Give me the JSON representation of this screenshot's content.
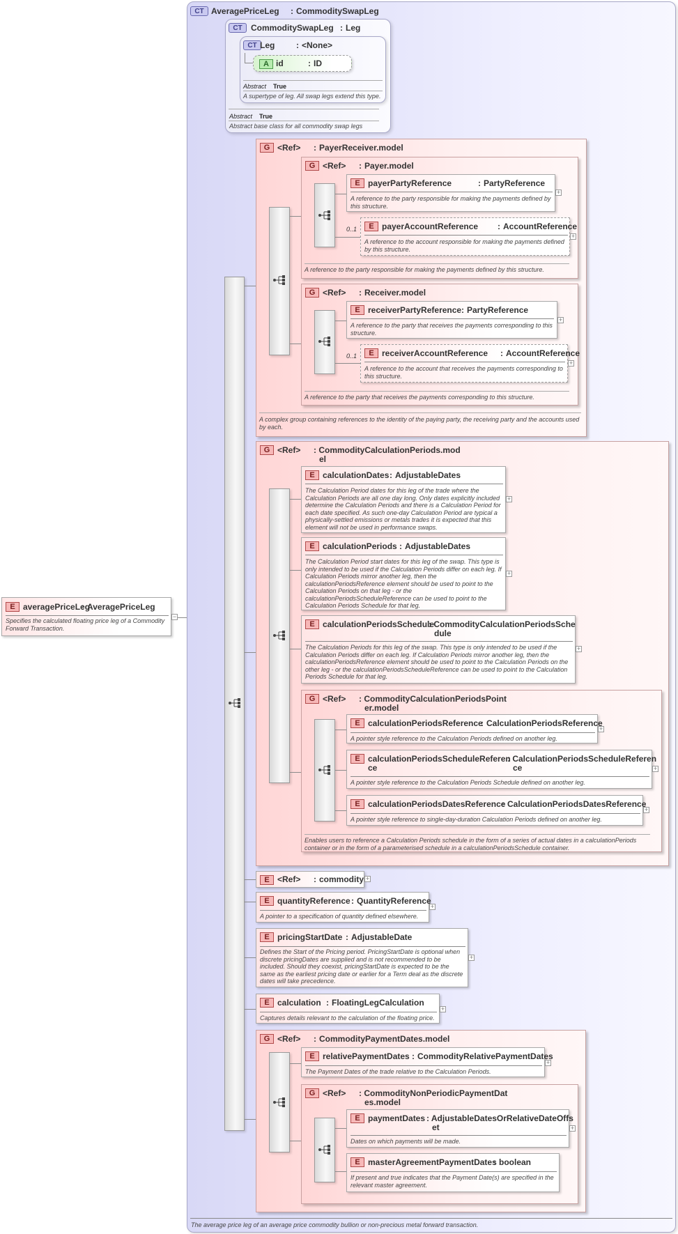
{
  "root": {
    "badge": "E",
    "name": "averagePriceLeg",
    "type": "AveragePriceLeg",
    "desc": "Specifies the calculated floating price leg of a Commodity Forward Transaction."
  },
  "ct_average": {
    "badge": "CT",
    "name": "AveragePriceLeg",
    "base": "CommoditySwapLeg",
    "desc": "The average price leg of an average price commodity bullion or non-precious metal forward transaction."
  },
  "ct_swapleg": {
    "badge": "CT",
    "name": "CommoditySwapLeg",
    "base": "Leg",
    "abstract_label": "Abstract",
    "abstract_value": "True",
    "desc": "Abstract base class for all commodity swap legs"
  },
  "ct_leg": {
    "badge": "CT",
    "name": "Leg",
    "base": "<None>",
    "abstract_label": "Abstract",
    "abstract_value": "True",
    "desc": "A supertype of leg. All swap legs extend this type."
  },
  "attr_id": {
    "badge": "A",
    "name": "id",
    "type": "ID"
  },
  "g_payer_receiver": {
    "badge": "G",
    "ref": "<Ref>",
    "name": "PayerReceiver.model",
    "desc": "A complex group containing references to the identity of the paying party, the receiving party and the accounts used by each."
  },
  "g_payer": {
    "badge": "G",
    "ref": "<Ref>",
    "name": "Payer.model",
    "desc": "A reference to the party responsible for making the payments defined by this structure."
  },
  "e_payer_party": {
    "badge": "E",
    "name": "payerPartyReference",
    "type": "PartyReference",
    "desc": "A reference to the party responsible for making the payments defined by this structure."
  },
  "e_payer_account": {
    "badge": "E",
    "name": "payerAccountReference",
    "type": "AccountReference",
    "occ": "0..1",
    "desc": "A reference to the account responsible for making the payments defined by this structure."
  },
  "g_receiver": {
    "badge": "G",
    "ref": "<Ref>",
    "name": "Receiver.model",
    "desc": "A reference to the party that receives the payments corresponding to this structure."
  },
  "e_receiver_party": {
    "badge": "E",
    "name": "receiverPartyReference",
    "type": "PartyReference",
    "desc": "A reference to the party that receives the payments corresponding to this structure."
  },
  "e_receiver_account": {
    "badge": "E",
    "name": "receiverAccountReference",
    "type": "AccountReference",
    "occ": "0..1",
    "desc": "A reference to the account that receives the payments corresponding to this structure."
  },
  "g_calc_periods": {
    "badge": "G",
    "ref": "<Ref>",
    "name_line1": ": CommodityCalculationPeriods.mod",
    "name_line2": "el"
  },
  "e_calc_dates": {
    "badge": "E",
    "name": "calculationDates",
    "type": "AdjustableDates",
    "desc": "The Calculation Period dates for this leg of the trade where the Calculation Periods are all one day long. Only dates explicitly included determine the Calculation Periods and there is a Calculation Period for each date specified. As such one-day Calculation Period are typical a physically-settled emissions or metals trades it is expected that this element will not be used in performance swaps."
  },
  "e_calc_periods": {
    "badge": "E",
    "name": "calculationPeriods",
    "type": "AdjustableDates",
    "desc": "The Calculation Period start dates for this leg of the swap. This type is only intended to be used if the Calculation Periods differ on each leg. If Calculation Periods mirror another leg, then the calculationPeriodsReference element should be used to point to the Calculation Periods on that leg - or the calculationPeriodsScheduleReference can be used to point to the Calculation Periods Schedule for that leg."
  },
  "e_calc_schedule": {
    "badge": "E",
    "name": "calculationPeriodsSchedule",
    "type_line1": ": CommodityCalculationPeriodsSche",
    "type_line2": "dule",
    "desc": "The Calculation Periods for this leg of the swap. This type is only intended to be used if the Calculation Periods differ on each leg. If Calculation Periods mirror another leg, then the calculationPeriodsReference element should be used to point to the Calculation Periods on the other leg - or the calculationPeriodsScheduleReference can be used to point to the Calculation Periods Schedule for that leg."
  },
  "g_calc_pointer": {
    "badge": "G",
    "ref": "<Ref>",
    "name_line1": ": CommodityCalculationPeriodsPoint",
    "name_line2": "er.model",
    "desc": "Enables users to reference a Calculation Periods schedule in the form of a series of actual dates in a calculationPeriods container or in the form of a parameterised schedule in a calculationPeriodsSchedule container."
  },
  "e_calc_ref": {
    "badge": "E",
    "name": "calculationPeriodsReference",
    "type": "CalculationPeriodsReference",
    "desc": "A pointer style reference to the Calculation Periods defined on another leg."
  },
  "e_calc_sched_ref": {
    "badge": "E",
    "name_line1": "calculationPeriodsScheduleReferen",
    "name_line2": "ce",
    "type_line1": ": CalculationPeriodsScheduleReferen",
    "type_line2": "ce",
    "desc": "A pointer style reference to the Calculation Periods Schedule defined on another leg."
  },
  "e_calc_dates_ref": {
    "badge": "E",
    "name": "calculationPeriodsDatesReference",
    "type": "CalculationPeriodsDatesReference",
    "desc": "A pointer style reference to single-day-duration Calculation Periods defined on another leg."
  },
  "e_commodity": {
    "badge": "E",
    "ref": "<Ref>",
    "name": "commodity"
  },
  "e_quantity_ref": {
    "badge": "E",
    "name": "quantityReference",
    "type": "QuantityReference",
    "desc": "A pointer to a specification of quantity defined elsewhere."
  },
  "e_pricing_start": {
    "badge": "E",
    "name": "pricingStartDate",
    "type": "AdjustableDate",
    "desc": "Defines the Start of the Pricing period. PricingStartDate is optional when discrete pricingDates are supplied and is not recommended to be included. Should they coexist, pricingStartDate is expected to be the same as the earliest pricing date or earlier for a Term deal as the discrete dates will take precedence."
  },
  "e_calculation": {
    "badge": "E",
    "name": "calculation",
    "type": "FloatingLegCalculation",
    "desc": "Captures details relevant to the calculation of the floating price."
  },
  "g_payment_dates": {
    "badge": "G",
    "ref": "<Ref>",
    "name": "CommodityPaymentDates.model"
  },
  "e_relative_payment": {
    "badge": "E",
    "name": "relativePaymentDates",
    "type": "CommodityRelativePaymentDates",
    "desc": "The Payment Dates of the trade relative to the Calculation Periods."
  },
  "g_nonperiodic": {
    "badge": "G",
    "ref": "<Ref>",
    "name_line1": ": CommodityNonPeriodicPaymentDat",
    "name_line2": "es.model"
  },
  "e_payment_dates": {
    "badge": "E",
    "name": "paymentDates",
    "type_line1": ": AdjustableDatesOrRelativeDateOffs",
    "type_line2": "et",
    "desc": "Dates on which payments will be made."
  },
  "e_master_agreement": {
    "badge": "E",
    "name": "masterAgreementPaymentDates",
    "type": "boolean",
    "desc": "If present and true indicates that the Payment Date(s) are specified in the relevant master agreement."
  },
  "icons": {
    "expand": "plus-expander-icon",
    "collapse": "minus-collapser-icon",
    "sequence": "sequence-compositor-icon"
  },
  "colors": {
    "ct_background": "#e0e0fa",
    "group_background": "#ffd6d6",
    "element_badge": "#f7b8b8",
    "attribute_badge": "#b8ecb0"
  }
}
